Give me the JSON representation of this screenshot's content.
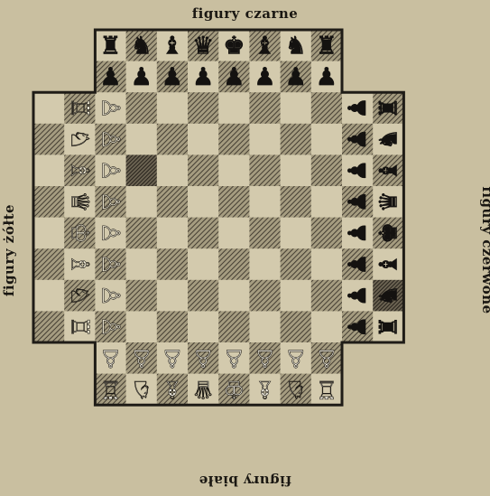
{
  "labels": {
    "top": "figury czarne",
    "bottom": "figury białe",
    "left": "figury żółte",
    "right": "figury czerwone"
  },
  "colors": {
    "background": "#c9bfa0",
    "light_square": "#d3caad",
    "ink": "#1a1712",
    "black_pieces": "#141210",
    "white_pieces": "#f3efe2",
    "yellow_pieces": "#efe9d4",
    "red_pieces": "#141210"
  },
  "board": {
    "grid_size": 12,
    "arm_width": 8,
    "corner_cut": 2
  },
  "players": {
    "black": {
      "side": "top",
      "back_rank": [
        "rook",
        "knight",
        "bishop",
        "queen",
        "king",
        "bishop",
        "knight",
        "rook"
      ],
      "back_rank_glyphs": [
        "♜",
        "♞",
        "♝",
        "♛",
        "♚",
        "♝",
        "♞",
        "♜"
      ],
      "pawn_glyph": "♟"
    },
    "white": {
      "side": "bottom",
      "back_rank": [
        "rook",
        "knight",
        "bishop",
        "queen",
        "king",
        "bishop",
        "knight",
        "rook"
      ],
      "back_rank_glyphs": [
        "♖",
        "♘",
        "♗",
        "♕",
        "♔",
        "♗",
        "♘",
        "♖"
      ],
      "pawn_glyph": "♙"
    },
    "yellow": {
      "side": "left",
      "back_rank": [
        "rook",
        "knight",
        "bishop",
        "queen",
        "king",
        "bishop",
        "knight",
        "rook"
      ],
      "back_rank_glyphs": [
        "♖",
        "♘",
        "♗",
        "♕",
        "♔",
        "♗",
        "♘",
        "♖"
      ],
      "pawn_glyph": "♙"
    },
    "red": {
      "side": "right",
      "back_rank": [
        "rook",
        "knight",
        "bishop",
        "queen",
        "king",
        "bishop",
        "knight",
        "rook"
      ],
      "back_rank_glyphs": [
        "♜",
        "♞",
        "♝",
        "♛",
        "♚",
        "♝",
        "♞",
        "♜"
      ],
      "pawn_glyph": "♟"
    }
  }
}
